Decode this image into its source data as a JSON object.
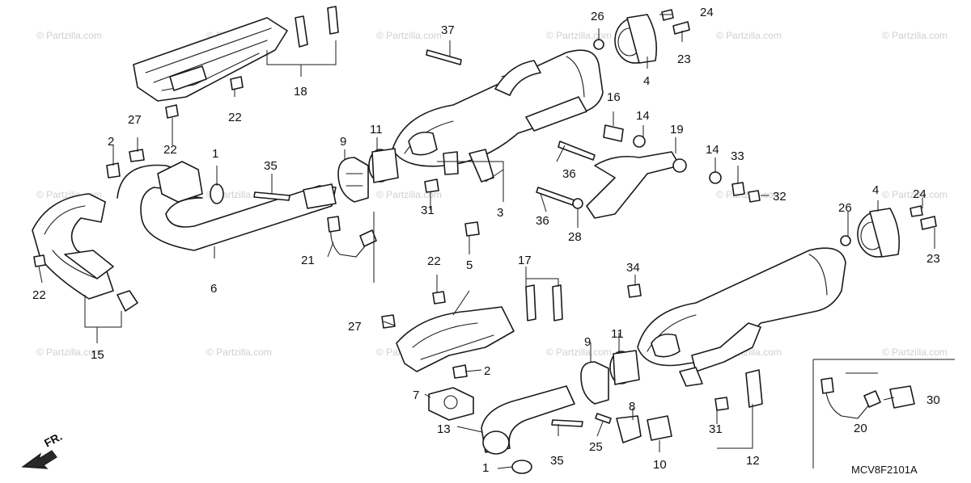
{
  "watermark": "© Partzilla.com",
  "diagram_code": "MCV8F2101A",
  "direction_label": "FR.",
  "callouts": [
    "37",
    "26",
    "24",
    "23",
    "4",
    "18",
    "22",
    "27",
    "22",
    "2",
    "1",
    "35",
    "9",
    "11",
    "16",
    "14",
    "19",
    "14",
    "33",
    "32",
    "3",
    "5",
    "31",
    "36",
    "36",
    "28",
    "24",
    "26",
    "4",
    "23",
    "21",
    "6",
    "22",
    "15",
    "22",
    "17",
    "34",
    "27",
    "2",
    "7",
    "13",
    "1",
    "35",
    "9",
    "11",
    "25",
    "8",
    "10",
    "31",
    "12",
    "30",
    "20"
  ]
}
